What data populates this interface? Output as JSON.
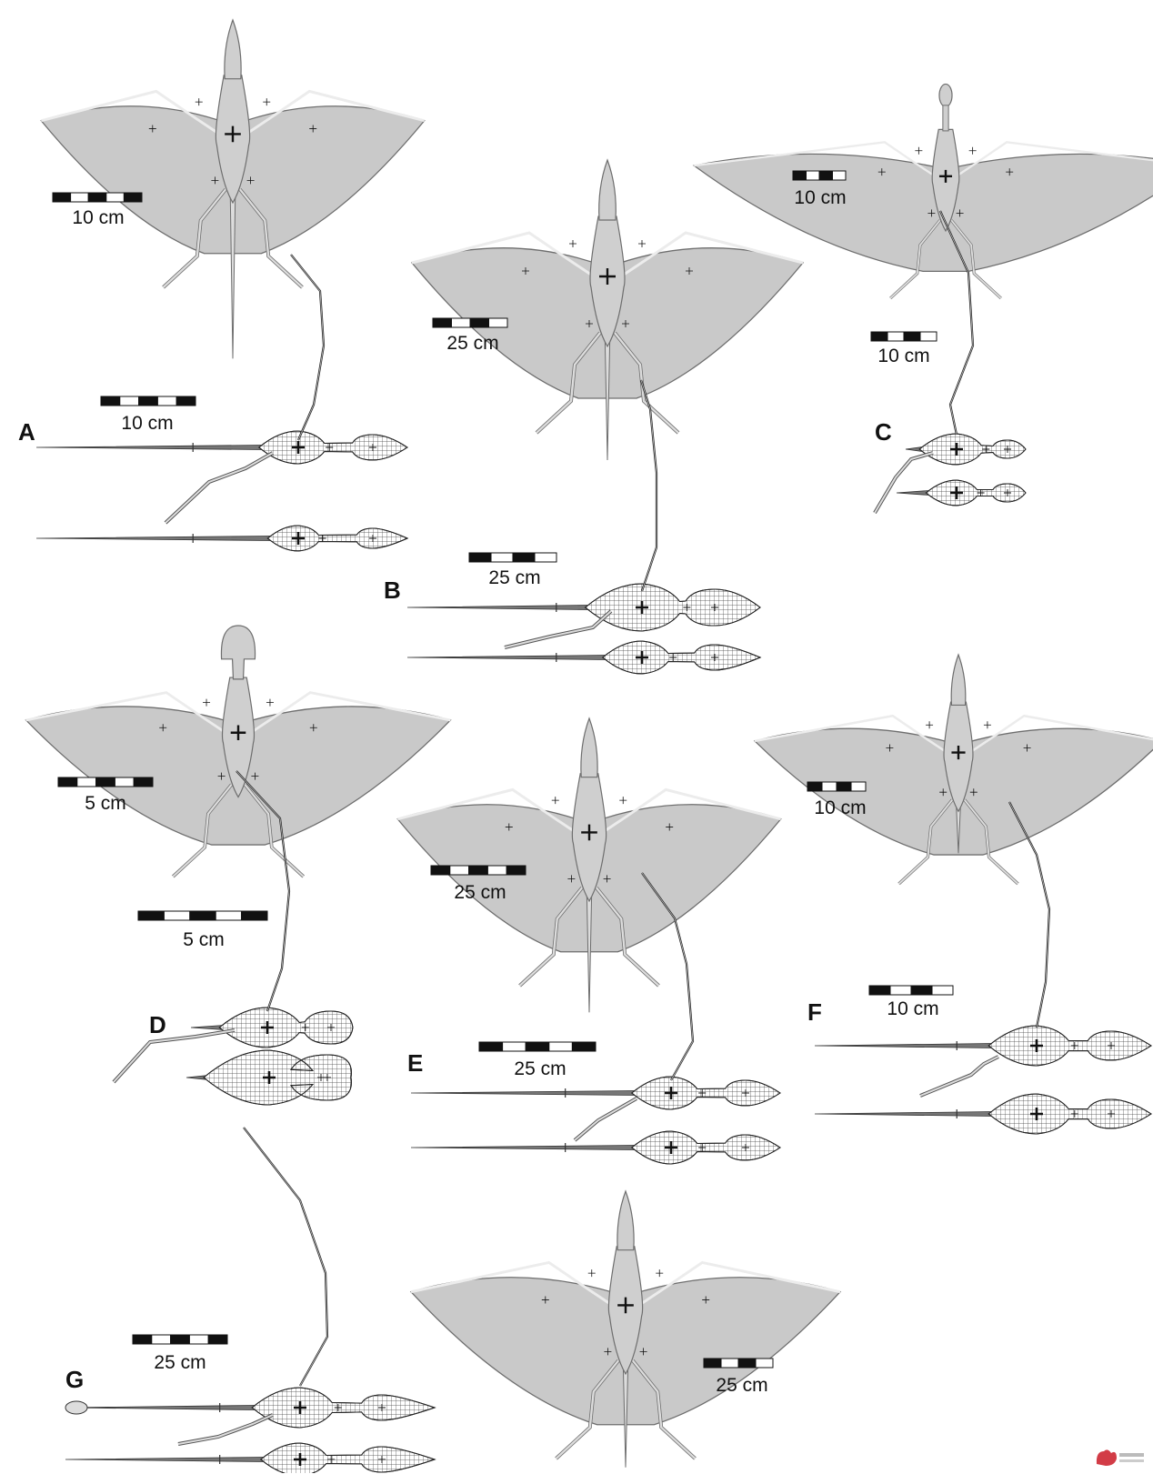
{
  "figure": {
    "panels": [
      {
        "letter": "A",
        "scale_plan": "10 cm",
        "scale_side": "10 cm"
      },
      {
        "letter": "B",
        "scale_plan": "25 cm",
        "scale_side": "25 cm"
      },
      {
        "letter": "C",
        "scale_plan": "10 cm",
        "scale_side": "10 cm"
      },
      {
        "letter": "D",
        "scale_plan": "5 cm",
        "scale_side": "5 cm"
      },
      {
        "letter": "E",
        "scale_plan": "25 cm",
        "scale_side": "25 cm"
      },
      {
        "letter": "F",
        "scale_plan": "10 cm",
        "scale_side": "10 cm"
      },
      {
        "letter": "G",
        "scale_plan": "25 cm",
        "scale_side": "25 cm"
      }
    ],
    "colors": {
      "membrane": "#c9c9c9",
      "outline": "#6e6e6e",
      "mesh": "#444444",
      "ink": "#111111",
      "bone": "#dcdcdc"
    }
  }
}
